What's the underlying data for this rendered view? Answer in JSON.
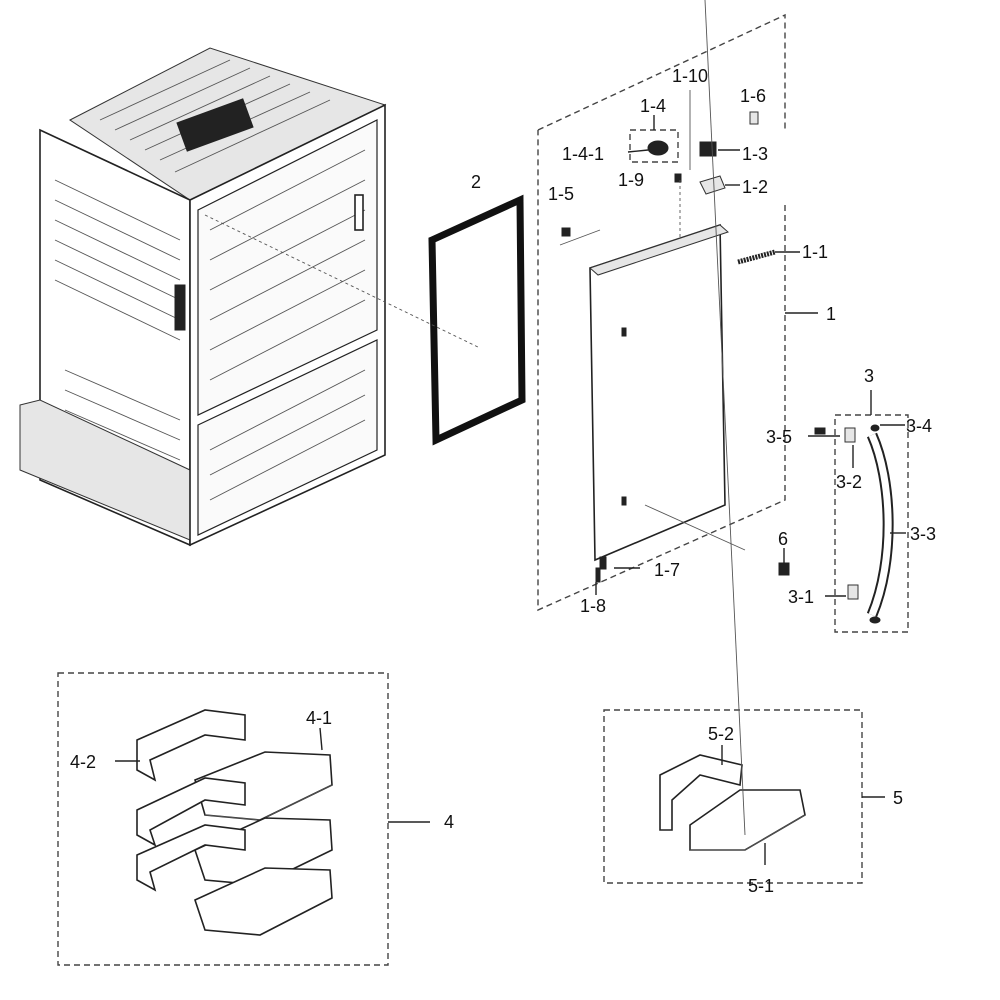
{
  "labels": {
    "l_1_10": "1-10",
    "l_1_6": "1-6",
    "l_1_4": "1-4",
    "l_1_4_1": "1-4-1",
    "l_1_3": "1-3",
    "l_1_9": "1-9",
    "l_1_2": "1-2",
    "l_1_5": "1-5",
    "l_1_1": "1-1",
    "l_1": "1",
    "l_2": "2",
    "l_3": "3",
    "l_3_5": "3-5",
    "l_3_4": "3-4",
    "l_3_2": "3-2",
    "l_3_3": "3-3",
    "l_6": "6",
    "l_1_7": "1-7",
    "l_1_8": "1-8",
    "l_3_1": "3-1",
    "l_4_1": "4-1",
    "l_4_2": "4-2",
    "l_4": "4",
    "l_5_2": "5-2",
    "l_5": "5",
    "l_5_1": "5-1"
  },
  "colors": {
    "line": "#222222",
    "background": "#ffffff"
  }
}
